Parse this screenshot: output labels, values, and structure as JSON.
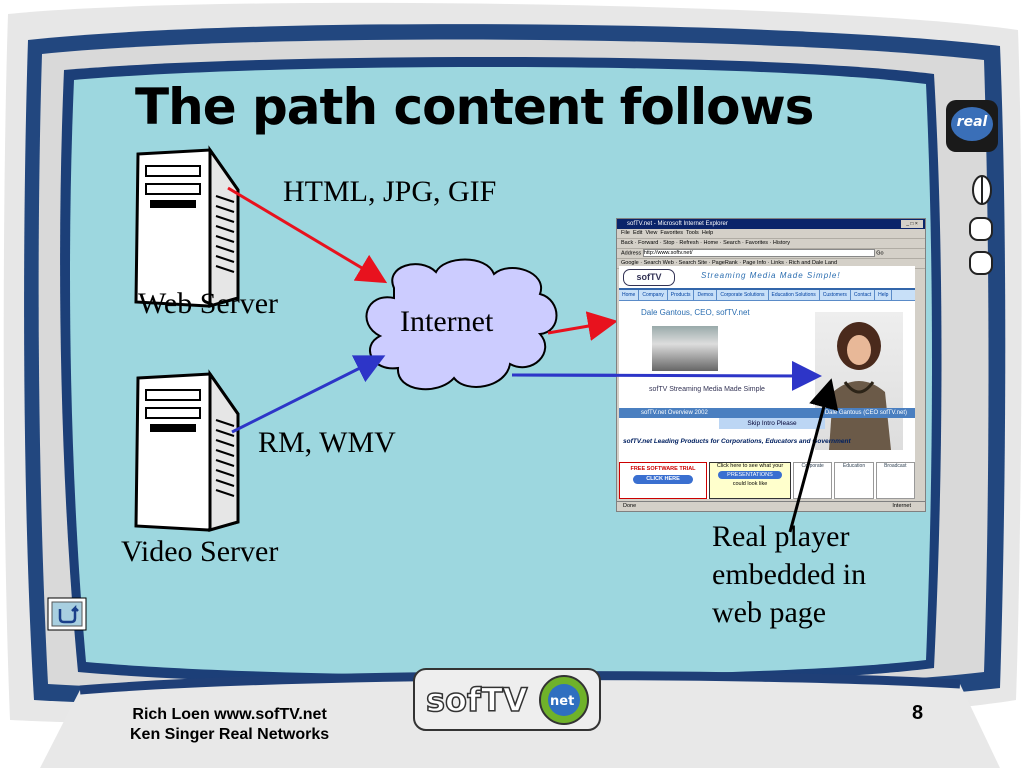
{
  "slide": {
    "title": "The path content follows",
    "page_number": "8",
    "footer": {
      "line1": "Rich Loen www.sofTV.net",
      "line2": "Ken Singer Real Networks"
    },
    "logo_text": "real",
    "bottom_logo": {
      "text": "sofTV",
      "badge": "net"
    }
  },
  "diagram": {
    "nodes": {
      "web_server": "Web Server",
      "video_server": "Video Server",
      "internet": "Internet",
      "player": [
        "Real player",
        "embedded in",
        "web page"
      ]
    },
    "edges": {
      "web_to_internet": "HTML, JPG, GIF",
      "video_to_internet": "RM, WMV"
    },
    "colors": {
      "web_arrow": "#e8121e",
      "video_arrow": "#2d35c8",
      "cloud": "#ccccff",
      "panel": "#9fd8e0",
      "frame": "#234a88"
    }
  },
  "browser": {
    "title": "sofTV.net - Microsoft Internet Explorer",
    "menu": [
      "File",
      "Edit",
      "View",
      "Favorites",
      "Tools",
      "Help"
    ],
    "toolbar": "Back · Forward · Stop · Refresh · Home · Search · Favorites · History",
    "address_label": "Address",
    "address": "http://www.softv.net/",
    "go": "Go",
    "google_bar": "Google · Search Web · Search Site · PageRank · Page Info · Links · Rich and Dale Land",
    "site": {
      "logo": "sofTV",
      "tagline": "Streaming Media Made Simple!",
      "nav": [
        "Home",
        "Company",
        "Products",
        "Demos",
        "Corporate Solutions",
        "Education Solutions",
        "Customers",
        "Contact",
        "Help"
      ],
      "ceo": "Dale Gantous, CEO, sofTV.net",
      "small_logo": "sofTV Streaming Media Made Simple",
      "player_bar_left": "sofTV.net Overview 2002",
      "player_bar_right": "Dale Gantous (CEO sofTV.net)",
      "intro": "Skip Intro Please",
      "products": "sofTV.net Leading Products for Corporations, Educators and Government",
      "trial": "FREE SOFTWARE TRIAL",
      "click_here": "CLICK HERE",
      "click_text": "Click here to see what your",
      "presentations": "PRESENTATIONS",
      "could_look": "could look like",
      "tiles": [
        "Corporate",
        "Education",
        "Broadcast"
      ]
    },
    "status_left": "Done",
    "status_right": "Internet"
  }
}
